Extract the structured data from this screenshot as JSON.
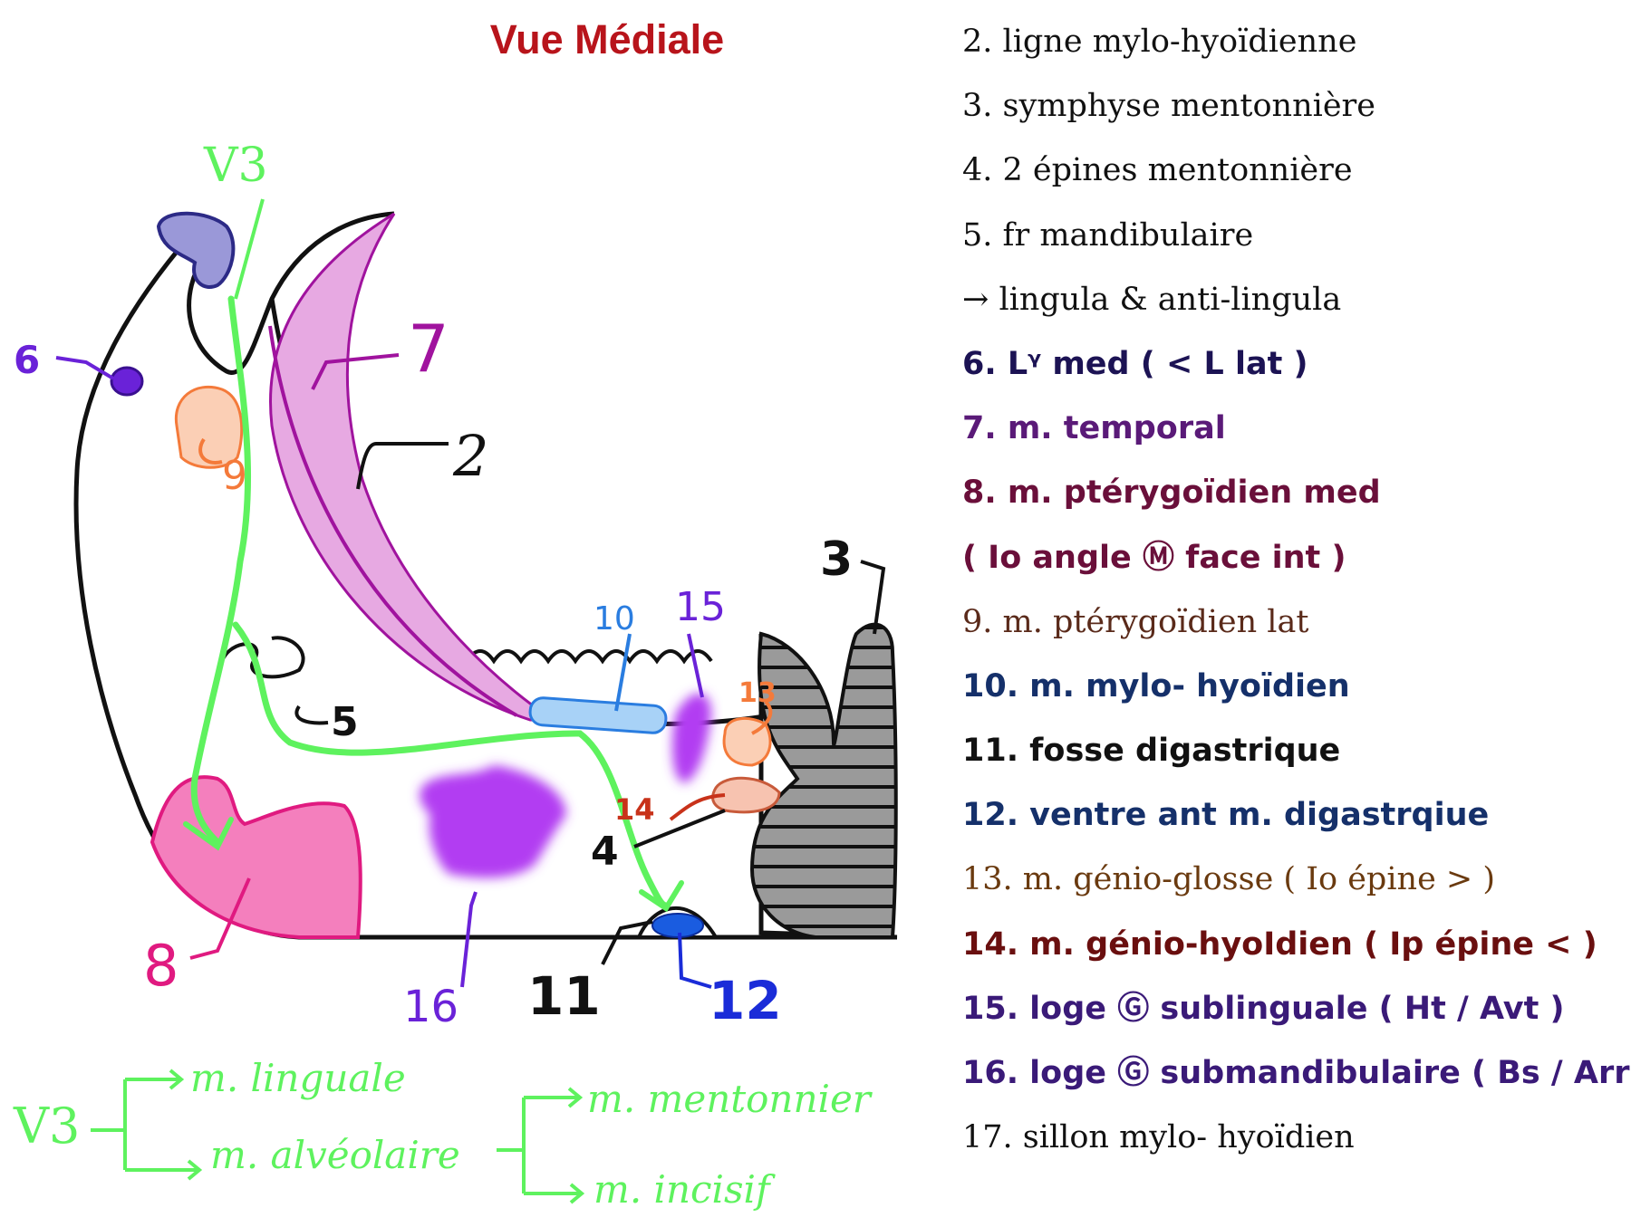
{
  "title": {
    "text": "Vue Médiale",
    "color": "#b8141b"
  },
  "legend": [
    {
      "text": "2. ligne mylo-hyoïdienne",
      "color": "#111111",
      "bold": false
    },
    {
      "text": "3. symphyse mentonnière",
      "color": "#111111",
      "bold": false
    },
    {
      "text": "4. 2 épines mentonnière",
      "color": "#111111",
      "bold": false
    },
    {
      "text": "5. fr mandibulaire",
      "color": "#111111",
      "bold": false
    },
    {
      "text": "  → lingula & anti-lingula",
      "color": "#111111",
      "bold": false
    },
    {
      "text": "6. Lᵞ med ( < L  lat )",
      "color": "#1c1354",
      "bold": true
    },
    {
      "text": "7. m. temporal",
      "color": "#5a1a78",
      "bold": true
    },
    {
      "text": "8. m. ptérygoïdien med",
      "color": "#6a0f3a",
      "bold": true
    },
    {
      "text": "( Io angle Ⓜ  face int )",
      "color": "#6a0f3a",
      "bold": true
    },
    {
      "text": "9. m. ptérygoïdien lat",
      "color": "#5a2a1a",
      "bold": false
    },
    {
      "text": "10. m. mylo- hyoïdien",
      "color": "#15306a",
      "bold": true
    },
    {
      "text": "11. fosse digastrique",
      "color": "#111111",
      "bold": true
    },
    {
      "text": "12. ventre ant m. digastrqiue",
      "color": "#15306a",
      "bold": true
    },
    {
      "text": "13. m. génio-glosse ( Io épine > )",
      "color": "#6a3a0f",
      "bold": false
    },
    {
      "text": "14. m. génio-hyoIdien ( Ip épine < )",
      "color": "#6a0f0f",
      "bold": true
    },
    {
      "text": "15. loge Ⓖ sublinguale ( Ht / Avt )",
      "color": "#3a1a78",
      "bold": true
    },
    {
      "text": "16. loge Ⓖ submandibulaire ( Bs / Arr )",
      "color": "#3a1a78",
      "bold": true
    },
    {
      "text": "17. sillon mylo- hyoïdien",
      "color": "#111111",
      "bold": false
    }
  ],
  "labels": {
    "n2": "2",
    "n3": "3",
    "n4": "4",
    "n5": "5",
    "n6": "6",
    "n7": "7",
    "n8": "8",
    "n9": "9",
    "n10": "10",
    "n11": "11",
    "n12": "12",
    "n13": "13",
    "n14": "14",
    "n15": "15",
    "n16": "16",
    "v3_top": "V3"
  },
  "nerve_tree": {
    "root": "V3",
    "branch_1": "m. linguale",
    "branch_2": "m. alvéolaire",
    "branch_2_sub_1": "m. mentonnier",
    "branch_2_sub_2": "m. incisif"
  },
  "colors": {
    "nerve": "#5ef25e",
    "temporal": "#e7a9e2",
    "temporal_stroke": "#a0139e",
    "pterygoid_med": "#f47fbd",
    "pterygoid_med_stroke": "#e01a80",
    "pterygoid_lat": "#fbcfb5",
    "pterygoid_lat_stroke": "#f47a3a",
    "mylohyoid": "#a8d2f7",
    "mylohyoid_stroke": "#2a7de0",
    "gland": "#b23df2",
    "condyle": "#9a98d8",
    "condyle_stroke": "#2c2a86",
    "ligament": "#6a22d8",
    "symphysis": "#9a9a9a",
    "digastric": "#1a5ce0",
    "genio": "#f7c3b0",
    "outline": "#111111"
  }
}
